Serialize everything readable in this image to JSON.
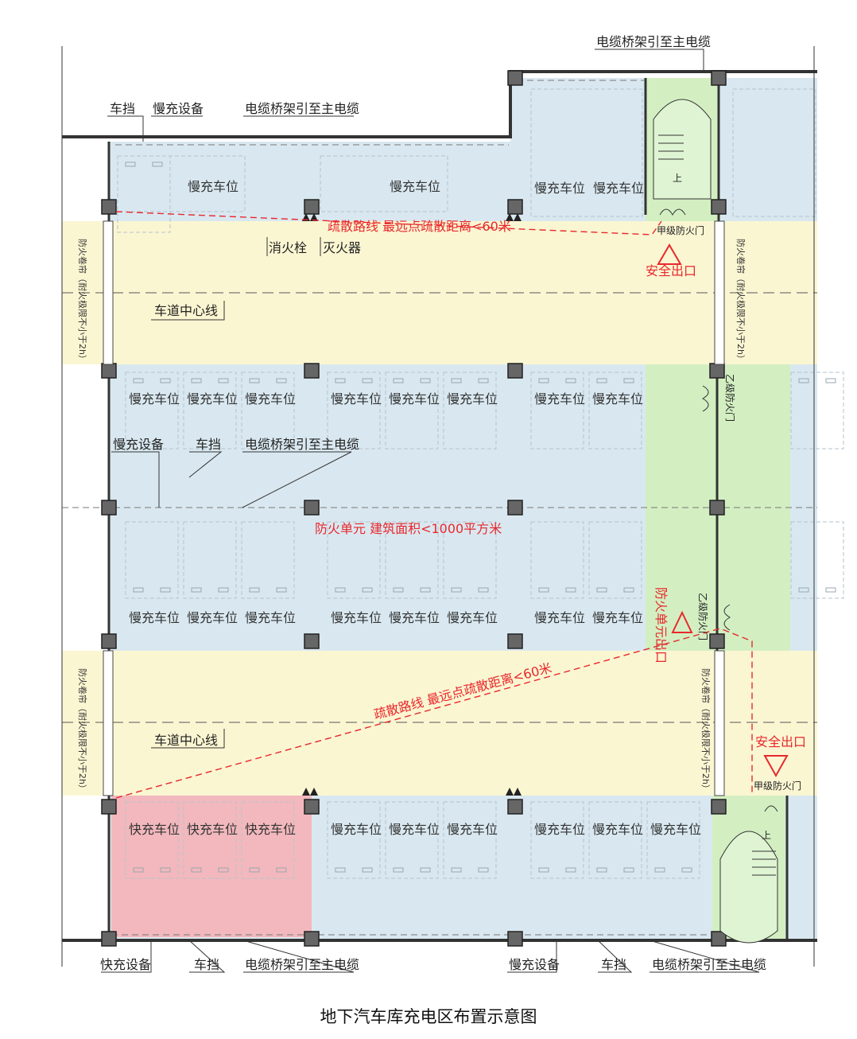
{
  "caption": "地下汽车库充电区布置示意图",
  "colors": {
    "parking_zone": "#d9e8f0",
    "drive_lane": "#fbf6d2",
    "fast_charge_zone": "#f2b8bd",
    "stair_green": "#d3efc2",
    "evacuation_red": "#e8282d",
    "wall": "#333333"
  },
  "labels": {
    "cable_tray": "电缆桥架引至主电缆",
    "car_stop": "车挡",
    "slow_charger": "慢充设备",
    "fast_charger": "快充设备",
    "slow_space": "慢充车位",
    "fast_space": "快充车位",
    "hydrant": "消火栓",
    "extinguisher": "灭火器",
    "lane_center": "车道中心线",
    "evac_route": "疏散路线  最远点疏散距离<60米",
    "fire_unit": "防火单元  建筑面积<1000平方米",
    "safe_exit": "安全出口",
    "class_a_door": "甲级防火门",
    "class_b_door": "乙级防火门",
    "fire_unit_exit": "防火单元出口",
    "fire_curtain": "防火卷帘（耐火极限不小于2h）",
    "up": "上"
  },
  "icons": [
    "fire-hydrant-icon",
    "fire-extinguisher-icon",
    "safe-exit-triangle-icon",
    "column-icon",
    "fire-door-icon",
    "stair-icon"
  ]
}
